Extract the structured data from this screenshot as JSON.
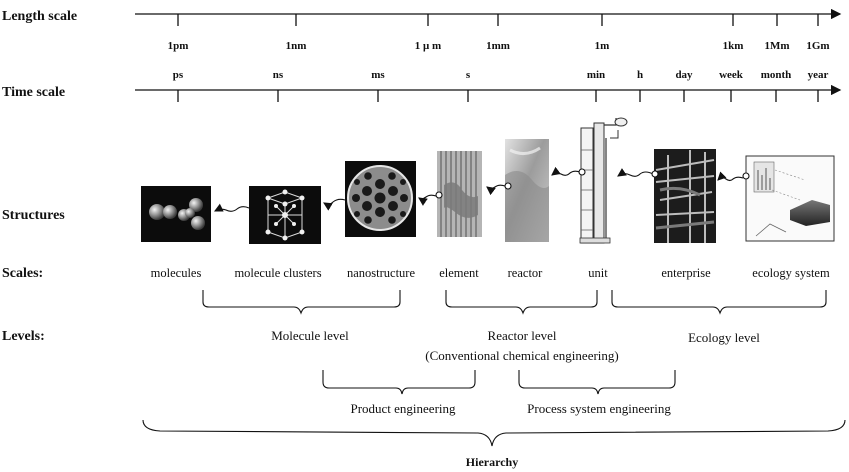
{
  "axes": {
    "length_label": "Length scale",
    "time_label": "Time scale",
    "length_ticks": [
      "1pm",
      "1nm",
      "1 μ m",
      "1mm",
      "1m",
      "1km",
      "1Mm",
      "1Gm"
    ],
    "time_ticks": [
      "ps",
      "ns",
      "ms",
      "s",
      "min",
      "h",
      "day",
      "week",
      "month",
      "year"
    ]
  },
  "rows": {
    "structures_label": "Structures",
    "scales_label": "Scales:",
    "levels_label": "Levels:"
  },
  "scales": [
    "molecules",
    "molecule clusters",
    "nanostructure",
    "element",
    "reactor",
    "unit",
    "enterprise",
    "ecology system"
  ],
  "structures": [
    {
      "id": "molecules",
      "icon": "molecule-model-icon"
    },
    {
      "id": "molecule-clusters",
      "icon": "molecular-cluster-icon"
    },
    {
      "id": "nanostructure",
      "icon": "fullerene-cage-icon"
    },
    {
      "id": "element",
      "icon": "catalyst-element-icon"
    },
    {
      "id": "reactor",
      "icon": "reactor-flow-icon"
    },
    {
      "id": "unit",
      "icon": "distillation-column-icon"
    },
    {
      "id": "enterprise",
      "icon": "chemical-plant-icon"
    },
    {
      "id": "ecology-system",
      "icon": "ecology-map-icon"
    }
  ],
  "levels": {
    "molecule": "Molecule level",
    "reactor": "Reactor level",
    "conventional": "(Conventional chemical engineering)",
    "ecology": "Ecology level",
    "product": "Product engineering",
    "process": "Process system engineering",
    "hierarchy": "Hierarchy"
  }
}
